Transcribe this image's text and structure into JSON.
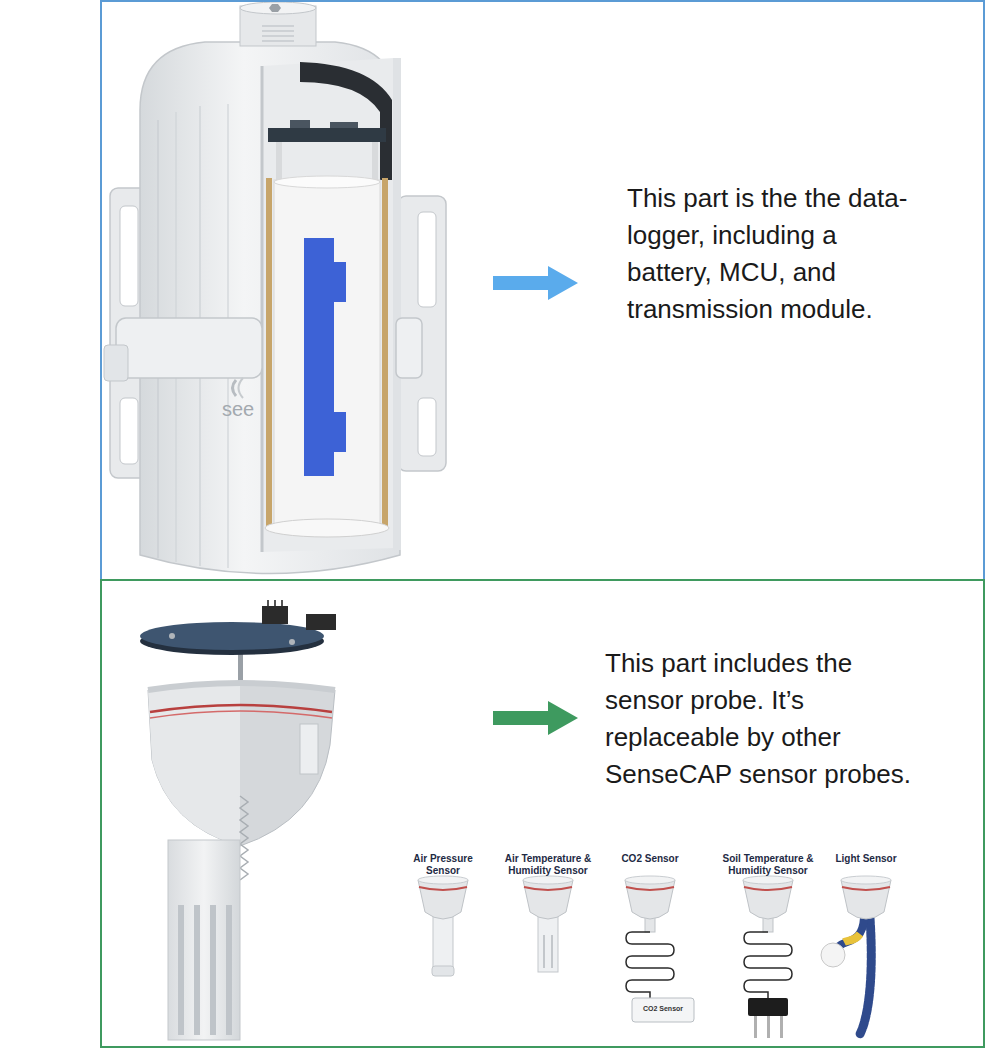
{
  "diagram": {
    "nodes": [
      {
        "text": [
          "This part is the the data-logger, including a battery, MCU, and transmission module."
        ]
      },
      {
        "text": [
          "This part includes the sensor probe. It’s replaceable by other SenseCAP sensor probes."
        ]
      }
    ],
    "labels": [
      "Air Pressure Sensor",
      "Air Temperature & Humidity Sensor",
      "CO2 Sensor",
      "Soil Temperature & Humidity Sensor",
      "Light Sensor",
      "CO2 Sensor",
      "see"
    ]
  }
}
